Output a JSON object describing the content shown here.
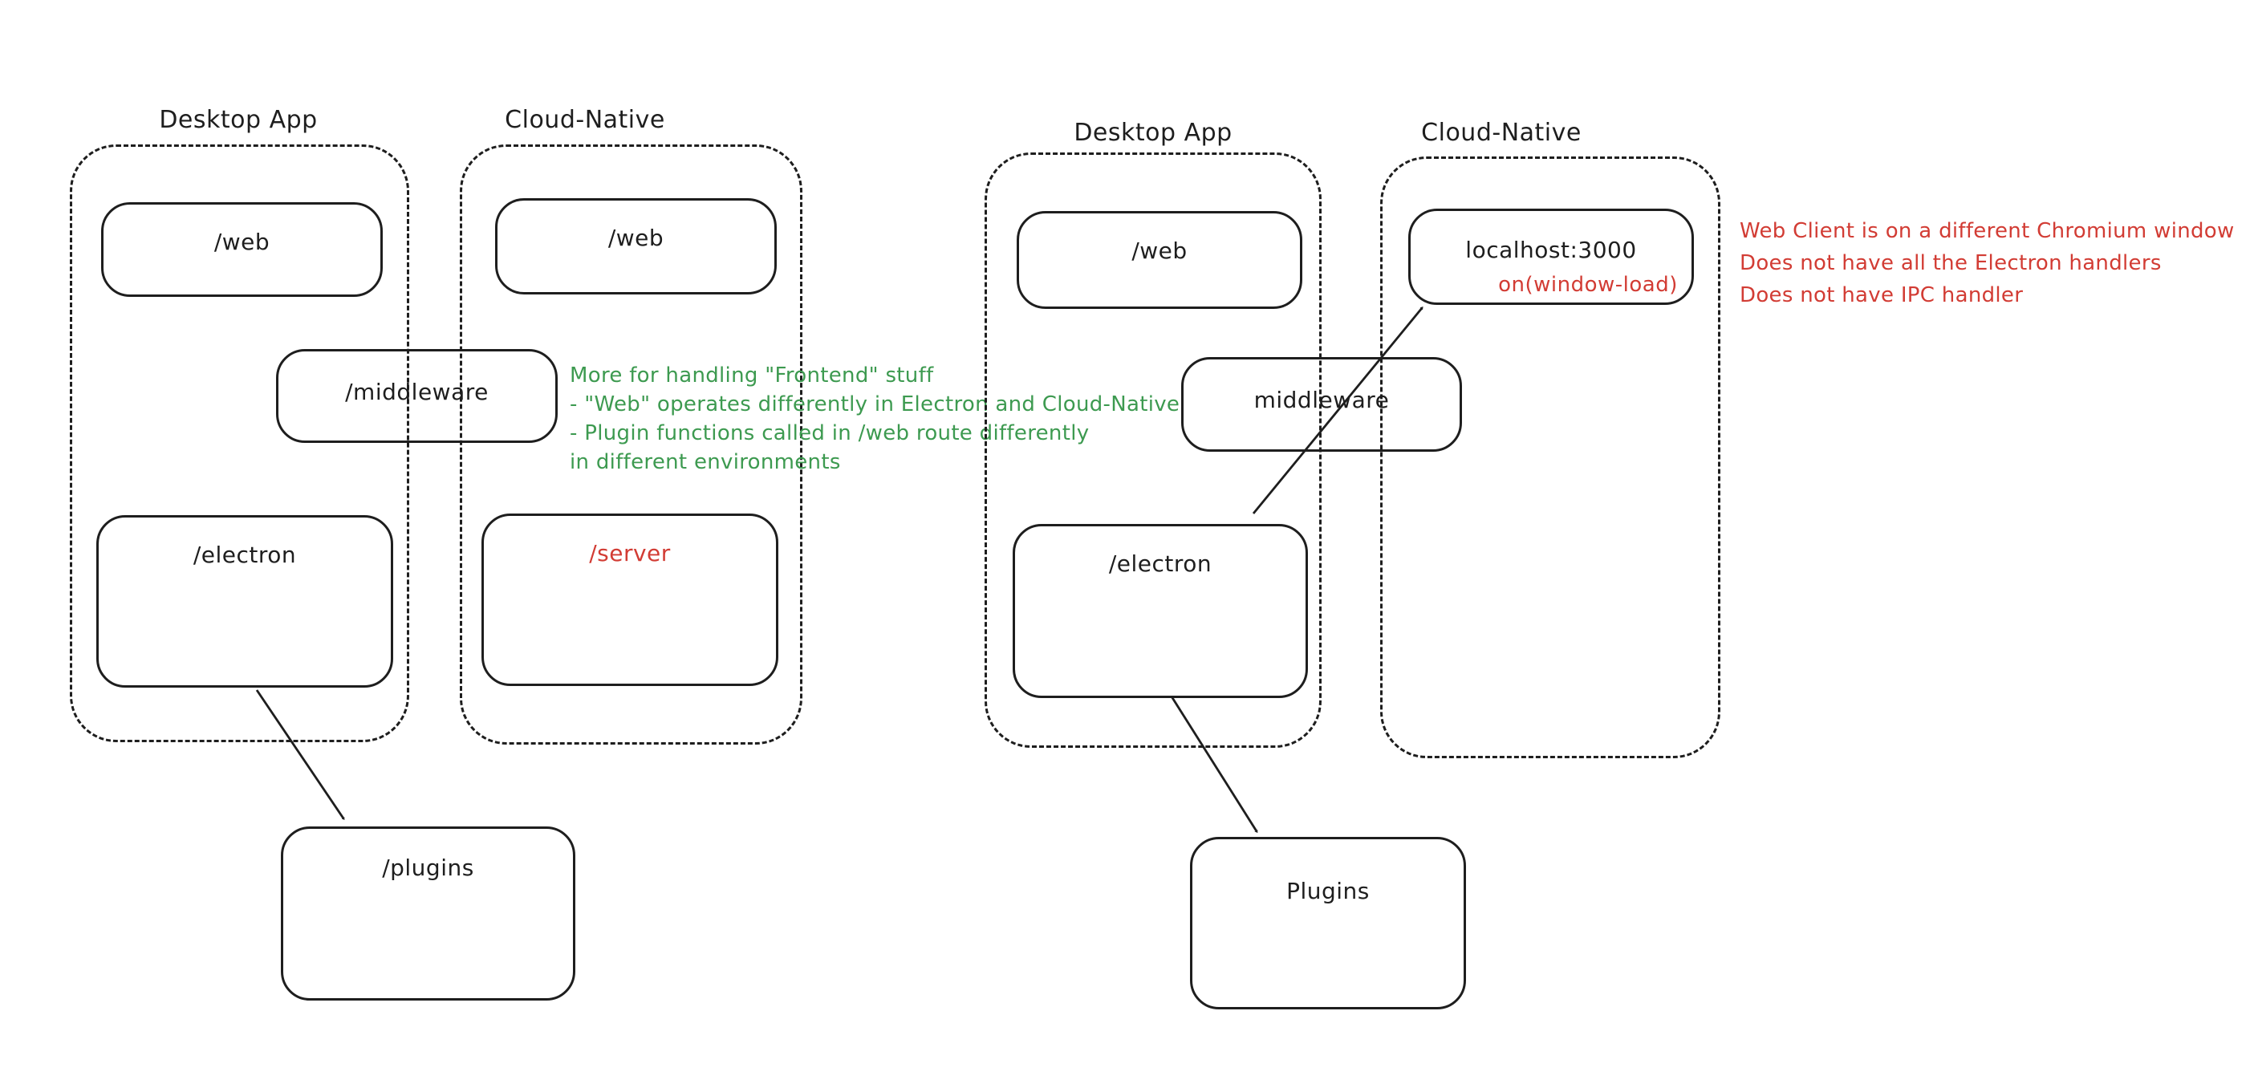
{
  "colors": {
    "stroke": "#1e1e1e",
    "green": "#3d9a50",
    "red": "#d23c34",
    "background": "#ffffff"
  },
  "left": {
    "desktop_label": "Desktop App",
    "cloud_label": "Cloud-Native",
    "web_desktop": "/web",
    "web_cloud": "/web",
    "middleware": "/middleware",
    "electron": "/electron",
    "server": "/server",
    "plugins": "/plugins",
    "note_line1": "More for handling \"Frontend\" stuff",
    "note_line2": "- \"Web\" operates differently in Electron and Cloud-Native",
    "note_line3": "- Plugin functions called in /web route differently",
    "note_line4": "in different environments"
  },
  "right": {
    "desktop_label": "Desktop App",
    "cloud_label": "Cloud-Native",
    "web": "/web",
    "localhost_title": "localhost:3000",
    "localhost_event": "on(window-load)",
    "middleware": "middleware",
    "electron": "/electron",
    "plugins": "Plugins",
    "note_line1": "Web Client is on a different Chromium window",
    "note_line2": "Does not have all the Electron handlers",
    "note_line3": "Does not have IPC handler"
  }
}
